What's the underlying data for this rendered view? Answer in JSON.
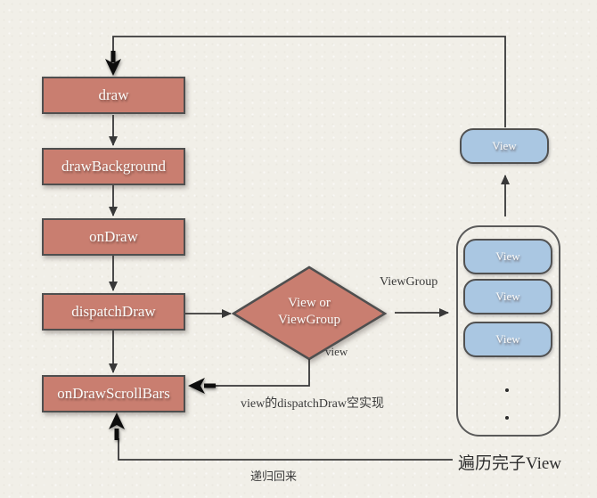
{
  "diagram": {
    "title_hint": "Android View draw flow",
    "flow_boxes": [
      {
        "id": "draw",
        "label": "draw"
      },
      {
        "id": "drawBackground",
        "label": "drawBackground"
      },
      {
        "id": "onDraw",
        "label": "onDraw"
      },
      {
        "id": "dispatchDraw",
        "label": "dispatchDraw"
      },
      {
        "id": "onDrawScrollBars",
        "label": "onDrawScrollBars"
      }
    ],
    "decision": {
      "line1": "View or",
      "line2": "ViewGroup"
    },
    "branch_labels": {
      "viewgroup_branch": "ViewGroup",
      "view_branch": "view"
    },
    "annotations": {
      "empty_impl": "view的dispatchDraw空实现",
      "recursion_back": "递归回来",
      "traverse_done": "遍历完子View"
    },
    "view_nodes": {
      "top_view": "View",
      "children": [
        "View",
        "View",
        "View"
      ]
    },
    "colors": {
      "background": "#f1efe8",
      "process_fill": "#c97e70",
      "process_border": "#4f4f4f",
      "view_fill": "#aac7e2",
      "line": "#383838",
      "thick_arrow": "#0d0d0d",
      "note_text": "#3b3b3b",
      "box_text": "#fbfaf8"
    }
  }
}
